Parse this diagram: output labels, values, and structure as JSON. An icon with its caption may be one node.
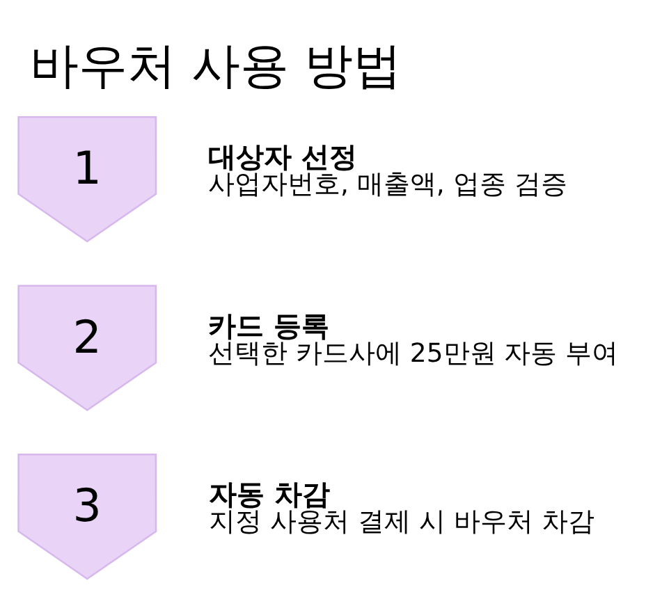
{
  "diagram": {
    "title": "바우처 사용 방법",
    "nodes": [
      {
        "text": [
          "1"
        ],
        "beside": [
          "대상자 선정",
          "사업자번호, 매출액, 업종 검증"
        ]
      },
      {
        "text": [
          "2"
        ],
        "beside": [
          "카드 등록",
          "선택한 카드사에 25만원 자동 부여"
        ]
      },
      {
        "text": [
          "3"
        ],
        "beside": [
          "자동 차감",
          "지정 사용처 결제 시 바우처 차감"
        ]
      }
    ]
  }
}
